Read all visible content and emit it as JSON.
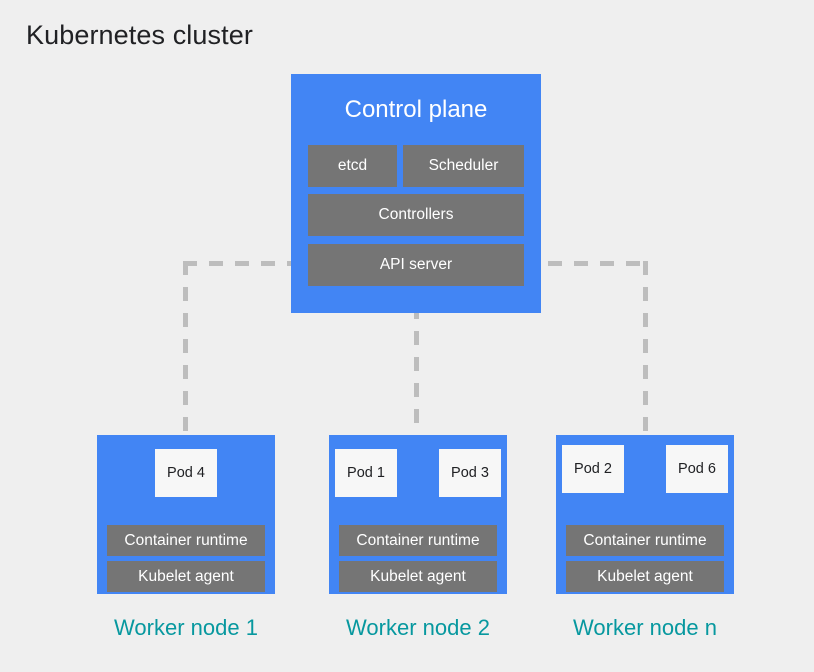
{
  "title": "Kubernetes cluster",
  "colors": {
    "background": "#efefef",
    "blue": "#4285f4",
    "gray": "#757575",
    "pod_fill": "#f7f7f7",
    "caption": "#07989f",
    "connector": "#bdbdbd",
    "title_text": "#202124"
  },
  "control_plane": {
    "title": "Control plane",
    "components": [
      {
        "label": "etcd"
      },
      {
        "label": "Scheduler"
      },
      {
        "label": "Controllers"
      },
      {
        "label": "API server"
      }
    ]
  },
  "worker_nodes": [
    {
      "caption": "Worker node 1",
      "pods": [
        {
          "label": "Pod 4"
        }
      ],
      "runtime": "Container runtime",
      "kubelet": "Kubelet agent"
    },
    {
      "caption": "Worker node 2",
      "pods": [
        {
          "label": "Pod 1"
        },
        {
          "label": "Pod 3"
        }
      ],
      "runtime": "Container runtime",
      "kubelet": "Kubelet agent"
    },
    {
      "caption": "Worker node n",
      "pods": [
        {
          "label": "Pod 2"
        },
        {
          "label": "Pod 6"
        }
      ],
      "runtime": "Container runtime",
      "kubelet": "Kubelet agent"
    }
  ],
  "connectors": {
    "description": "API server connects to each worker node with dashed gray lines",
    "style": "dashed"
  }
}
